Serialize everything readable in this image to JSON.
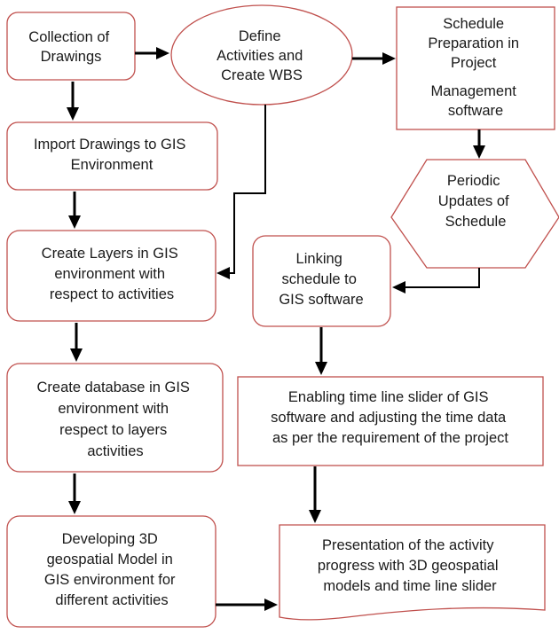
{
  "nodes": {
    "collection": [
      "Collection of",
      "Drawings"
    ],
    "define": [
      "Define",
      "Activities and",
      "Create WBS"
    ],
    "schedule_prep": [
      "Schedule",
      "Preparation in",
      "Project",
      "Management",
      "software"
    ],
    "import": [
      "Import Drawings to GIS",
      "Environment"
    ],
    "periodic": [
      "Periodic",
      "Updates of",
      "Schedule"
    ],
    "layers": [
      "Create Layers in GIS",
      "environment with",
      "respect to activities"
    ],
    "linking": [
      "Linking",
      "schedule to",
      "GIS software"
    ],
    "database": [
      "Create database in GIS",
      "environment with",
      "respect to layers",
      "activities"
    ],
    "slider": [
      "Enabling time line slider of GIS",
      "software and adjusting the time data",
      "as per the requirement of the project"
    ],
    "developing": [
      "Developing 3D",
      "geospatial Model in",
      "GIS environment for",
      "different activities"
    ],
    "presentation": [
      "Presentation of the activity",
      "progress with 3D geospatial",
      "models and time line slider"
    ]
  }
}
